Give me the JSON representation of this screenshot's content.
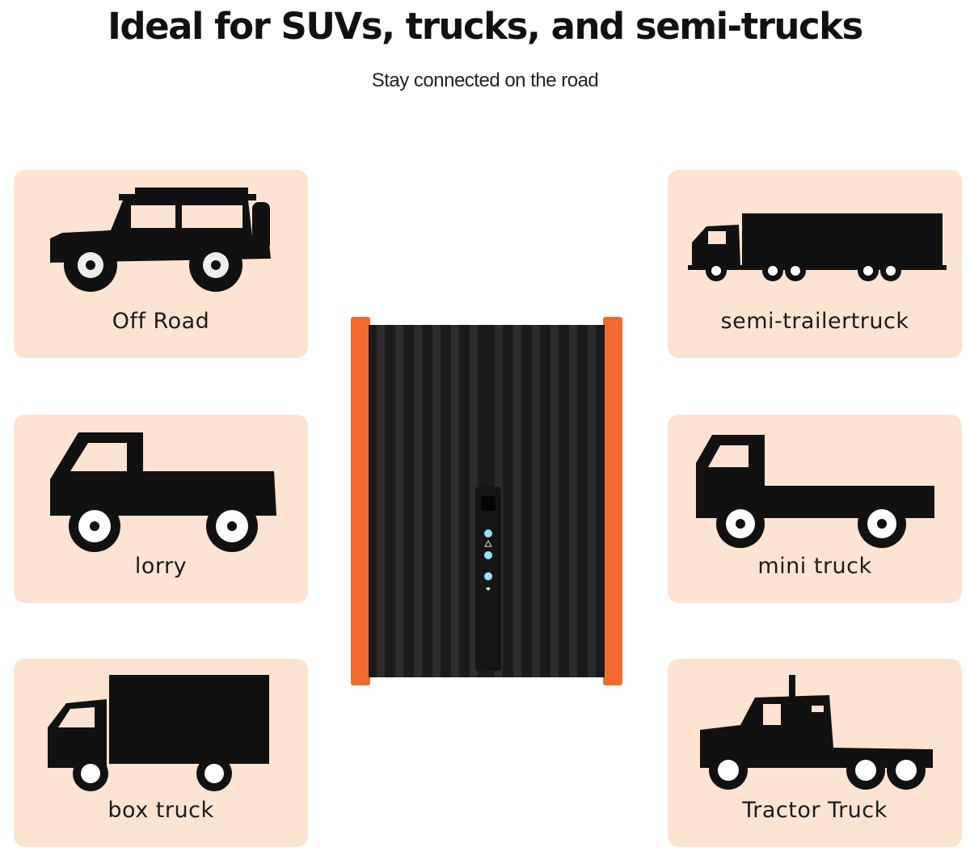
{
  "header": {
    "title": "Ideal for SUVs, trucks, and semi-trucks",
    "subtitle": "Stay connected on the road"
  },
  "vehicles": [
    {
      "label": "Off Road",
      "icon": "off-road-suv-icon"
    },
    {
      "label": "semi-trailertruck",
      "icon": "semi-trailer-truck-icon"
    },
    {
      "label": "lorry",
      "icon": "lorry-icon"
    },
    {
      "label": "mini truck",
      "icon": "mini-truck-icon"
    },
    {
      "label": "box  truck",
      "icon": "box-truck-icon"
    },
    {
      "label": "Tractor Truck",
      "icon": "tractor-truck-icon"
    }
  ],
  "colors": {
    "card_bg": "#fde3d2",
    "device_accent": "#f06a30",
    "device_body": "#1c1c1c",
    "led": "#8fe6ff"
  }
}
